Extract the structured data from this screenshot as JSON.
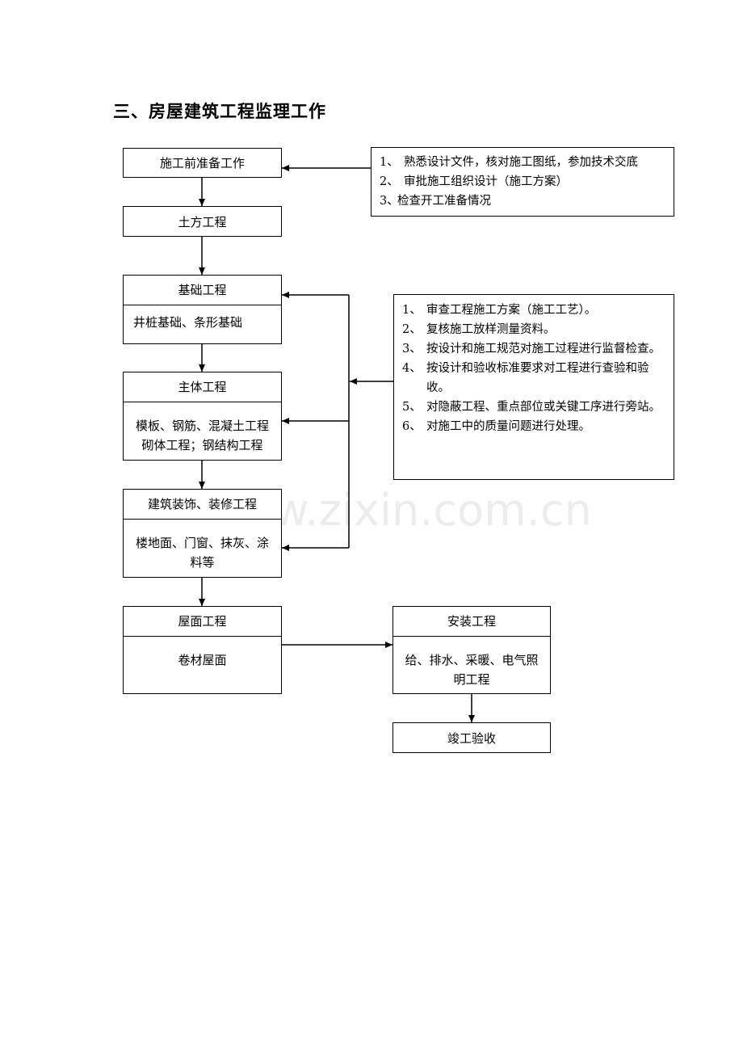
{
  "title": "三、房屋建筑工程监理工作",
  "watermark": "www.zixin.com.cn",
  "steps": {
    "prep": {
      "label": "施工前准备工作"
    },
    "earthwork": {
      "label": "土方工程"
    },
    "foundation": {
      "label": "基础工程",
      "detail": "井桩基础、条形基础"
    },
    "main_structure": {
      "label": "主体工程",
      "detail_line1": "模板、钢筋、混凝土工程",
      "detail_line2": "砌体工程；钢结构工程"
    },
    "decoration": {
      "label": "建筑装饰、装修工程",
      "detail_line1": "楼地面、门窗、抹灰、涂",
      "detail_line2": "料等"
    },
    "roofing": {
      "label": "屋面工程",
      "detail": "卷材屋面"
    },
    "installation": {
      "label": "安装工程",
      "detail_line1": "给、排水、采暖、电气照",
      "detail_line2": "明工程"
    },
    "completion": {
      "label": "竣工验收"
    }
  },
  "prep_notes": [
    {
      "num": "1、",
      "text": "熟悉设计文件，核对施工图纸，参加技术交底"
    },
    {
      "num": "2、",
      "text": "审批施工组织设计（施工方案）"
    },
    {
      "num": "3、",
      "text": "检查开工准备情况"
    }
  ],
  "supervision_notes": [
    {
      "num": "1、",
      "text": "审查工程施工方案（施工工艺）。"
    },
    {
      "num": "2、",
      "text": "复核施工放样测量资料。"
    },
    {
      "num": "3、",
      "text": "按设计和施工规范对施工过程进行监督检查。"
    },
    {
      "num": "4、",
      "text": "按设计和验收标准要求对工程进行查验和验收。"
    },
    {
      "num": "5、",
      "text": "对隐蔽工程、重点部位或关键工序进行旁站。"
    },
    {
      "num": "6、",
      "text": "对施工中的质量问题进行处理。"
    }
  ]
}
